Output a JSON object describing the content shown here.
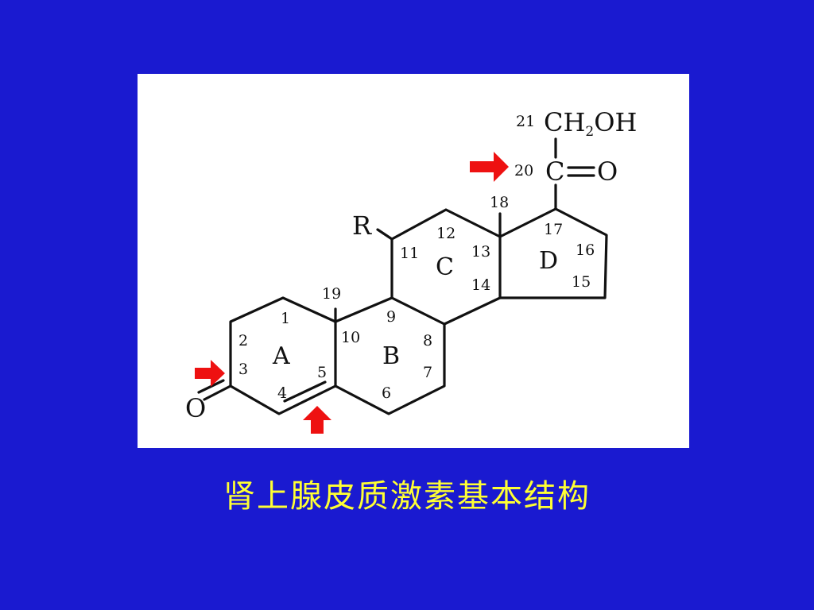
{
  "caption": "肾上腺皮质激素基本结构",
  "colors": {
    "background": "#1a1ad0",
    "caption": "#ffff33",
    "arrow": "#ee1111"
  },
  "structure": {
    "rings": [
      "A",
      "B",
      "C",
      "D"
    ],
    "positions": [
      "1",
      "2",
      "3",
      "4",
      "5",
      "6",
      "7",
      "8",
      "9",
      "10",
      "11",
      "12",
      "13",
      "14",
      "15",
      "16",
      "17",
      "18",
      "19",
      "20",
      "21"
    ],
    "substituent": "R",
    "oxygen": "O",
    "carbonyl_carbon": "C",
    "carbonyl_oxygen": "O",
    "side_chain": {
      "prefix": "CH",
      "subscript": "2",
      "suffix": "OH"
    }
  },
  "markers": [
    "red-arrow-right",
    "red-arrow-up",
    "red-arrow-right"
  ]
}
